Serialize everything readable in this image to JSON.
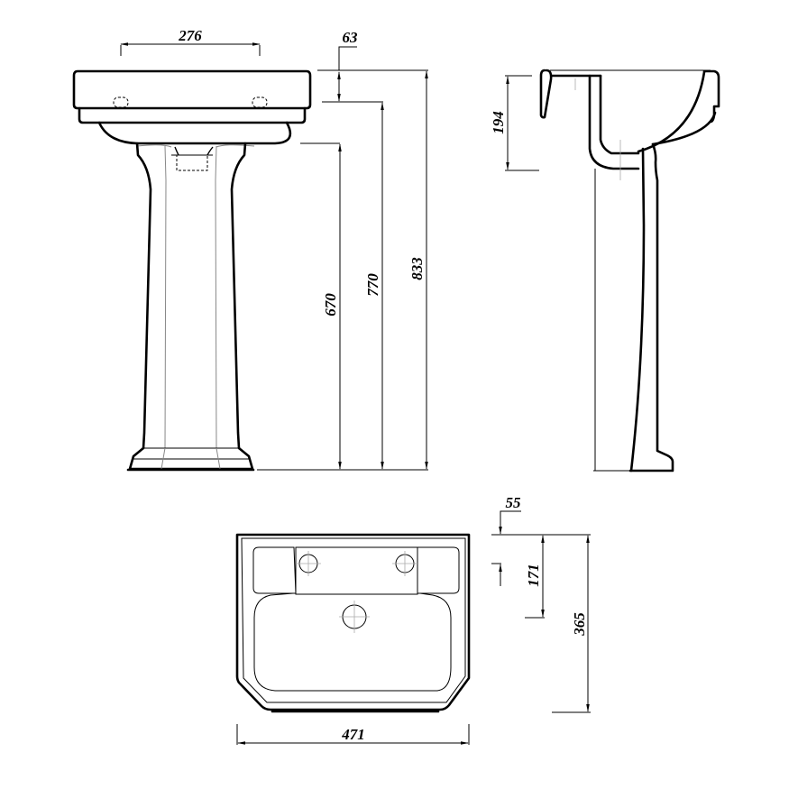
{
  "drawing": {
    "title": "Basin and pedestal technical drawing",
    "views": [
      "front-view",
      "side-view",
      "top-view"
    ],
    "units": "mm",
    "dimensions": {
      "tap_hole_spacing": "276",
      "rim_depth": "63",
      "side_bowl_depth": "194",
      "pedestal_height": "670",
      "basin_underside_height": "770",
      "overall_height": "833",
      "top_back_margin": "55",
      "tap_deck_depth": "171",
      "projection": "365",
      "width": "471"
    }
  }
}
